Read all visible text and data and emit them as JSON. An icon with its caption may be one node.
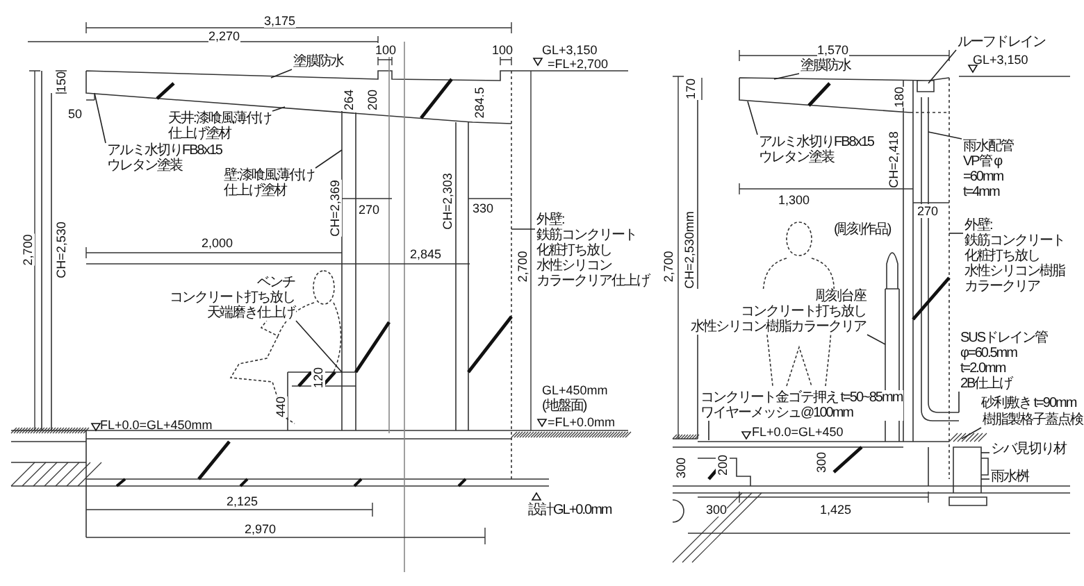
{
  "diagram": {
    "nodes": [
      {
        "text": [
          "塗膜防水"
        ]
      },
      {
        "text": [
          "天井:漆喰風薄付け",
          "仕上げ塗材"
        ]
      },
      {
        "text": [
          "アルミ水切りFB8x15",
          "ウレタン塗装"
        ]
      },
      {
        "text": [
          "壁:漆喰風薄付け",
          "仕上げ塗材"
        ]
      },
      {
        "text": [
          "外壁:",
          "鉄筋コンクリート",
          "化粧打ち放し",
          "水性シリコン",
          "カラークリア仕上げ"
        ]
      },
      {
        "text": [
          "ベンチ",
          "コンクリート打ち放し",
          "天端磨き仕上げ"
        ]
      },
      {
        "text": [
          "ルーフドレイン"
        ]
      },
      {
        "text": [
          "塗膜防水"
        ]
      },
      {
        "text": [
          "アルミ水切りFB8x15",
          "ウレタン塗装"
        ]
      },
      {
        "text": [
          "雨水配管",
          "VP管 φ",
          "=60mm",
          "t=4mm"
        ]
      },
      {
        "text": [
          "外壁:",
          "鉄筋コンクリート",
          "化粧打ち放し",
          "水性シリコン樹脂",
          "カラークリア"
        ]
      },
      {
        "text": [
          "彫刻台座",
          "コンクリート打ち放し",
          "水性シリコン樹脂カラークリア"
        ]
      },
      {
        "text": [
          "SUSドレイン管",
          "φ=60.5mm",
          "t=2.0mm",
          "2B仕上げ"
        ]
      },
      {
        "text": [
          "コンクリート金ゴテ押え t=50~85mm",
          "ワイヤーメッシュ@100mm"
        ]
      },
      {
        "text": [
          "樹脂製格子蓋点検"
        ]
      },
      {
        "text": [
          "シバ見切り材"
        ]
      },
      {
        "text": [
          "雨水桝"
        ]
      }
    ],
    "edges": [
      {
        "from": 0,
        "to": null,
        "arrow": "none"
      },
      {
        "from": 1,
        "to": null,
        "arrow": "none"
      },
      {
        "from": 2,
        "to": null,
        "arrow": "none"
      },
      {
        "from": 3,
        "to": null,
        "arrow": "none"
      },
      {
        "from": 4,
        "to": null,
        "arrow": "none"
      },
      {
        "from": 5,
        "to": null,
        "arrow": "none"
      },
      {
        "from": 6,
        "to": null,
        "arrow": "none"
      },
      {
        "from": 7,
        "to": null,
        "arrow": "none"
      },
      {
        "from": 8,
        "to": null,
        "arrow": "none"
      },
      {
        "from": 9,
        "to": null,
        "arrow": "none"
      },
      {
        "from": 10,
        "to": null,
        "arrow": "none"
      },
      {
        "from": 11,
        "to": null,
        "arrow": "none"
      },
      {
        "from": 12,
        "to": null,
        "arrow": "none"
      },
      {
        "from": 13,
        "to": null,
        "arrow": "none"
      },
      {
        "from": 14,
        "to": null,
        "arrow": "none"
      },
      {
        "from": 15,
        "to": null,
        "arrow": "none"
      },
      {
        "from": 16,
        "to": null,
        "arrow": "none"
      }
    ],
    "labels": [
      "3,175",
      "2,270",
      "100",
      "100",
      "GL+3,150",
      "=FL+2,700",
      "150",
      "50",
      "264",
      "200",
      "284.5",
      "CH=2,369",
      "270",
      "CH=2,303",
      "330",
      "2,700",
      "CH=2,530",
      "2,000",
      "2,845",
      "2,700",
      "120",
      "440",
      "FL+0.0=GL+450mm",
      "GL+450mm",
      "(地盤面)",
      "=FL+0.0mm",
      "2,125",
      "2,970",
      "設計GL+0.0mm",
      "1,570",
      "GL+3,150",
      "170",
      "180",
      "CH=2,418",
      "1,300",
      "270",
      "2,700",
      "CH=2,530mm",
      "(彫刻作品)",
      "FL+0.0=GL+450",
      "300",
      "200",
      "300",
      "300",
      "1,425",
      "砂利敷き t=90mm"
    ]
  }
}
